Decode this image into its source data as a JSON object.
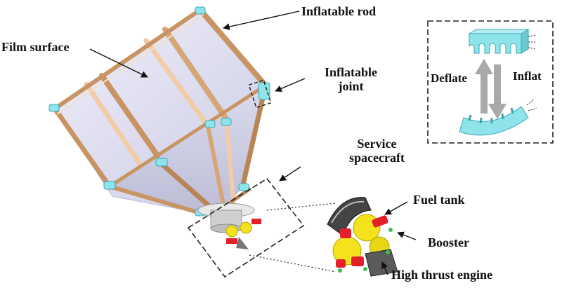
{
  "labels": {
    "film_surface": "Film surface",
    "inflatable_rod": "Inflatable rod",
    "inflatable_joint_line1": "Inflatable",
    "inflatable_joint_line2": "joint",
    "service_spacecraft_line1": "Service",
    "service_spacecraft_line2": "spacecraft",
    "fuel_tank": "Fuel tank",
    "booster": "Booster",
    "high_thrust_engine": "High thrust engine",
    "deflate": "Deflate",
    "inflat": "Inflat"
  },
  "colors": {
    "film_light": "#e6e6f6",
    "film_mid": "#d3d3ea",
    "film_dark": "#bfbfd8",
    "rod_tan": "#cf9d6d",
    "rod_light": "#f0c8a4",
    "joint_cyan": "#8fe3ea",
    "spacecraft_grey": "#cfcfcf",
    "tank_yellow": "#f3e21c",
    "tank_red": "#e3202a",
    "arrow_grey": "#a9a9a9"
  }
}
